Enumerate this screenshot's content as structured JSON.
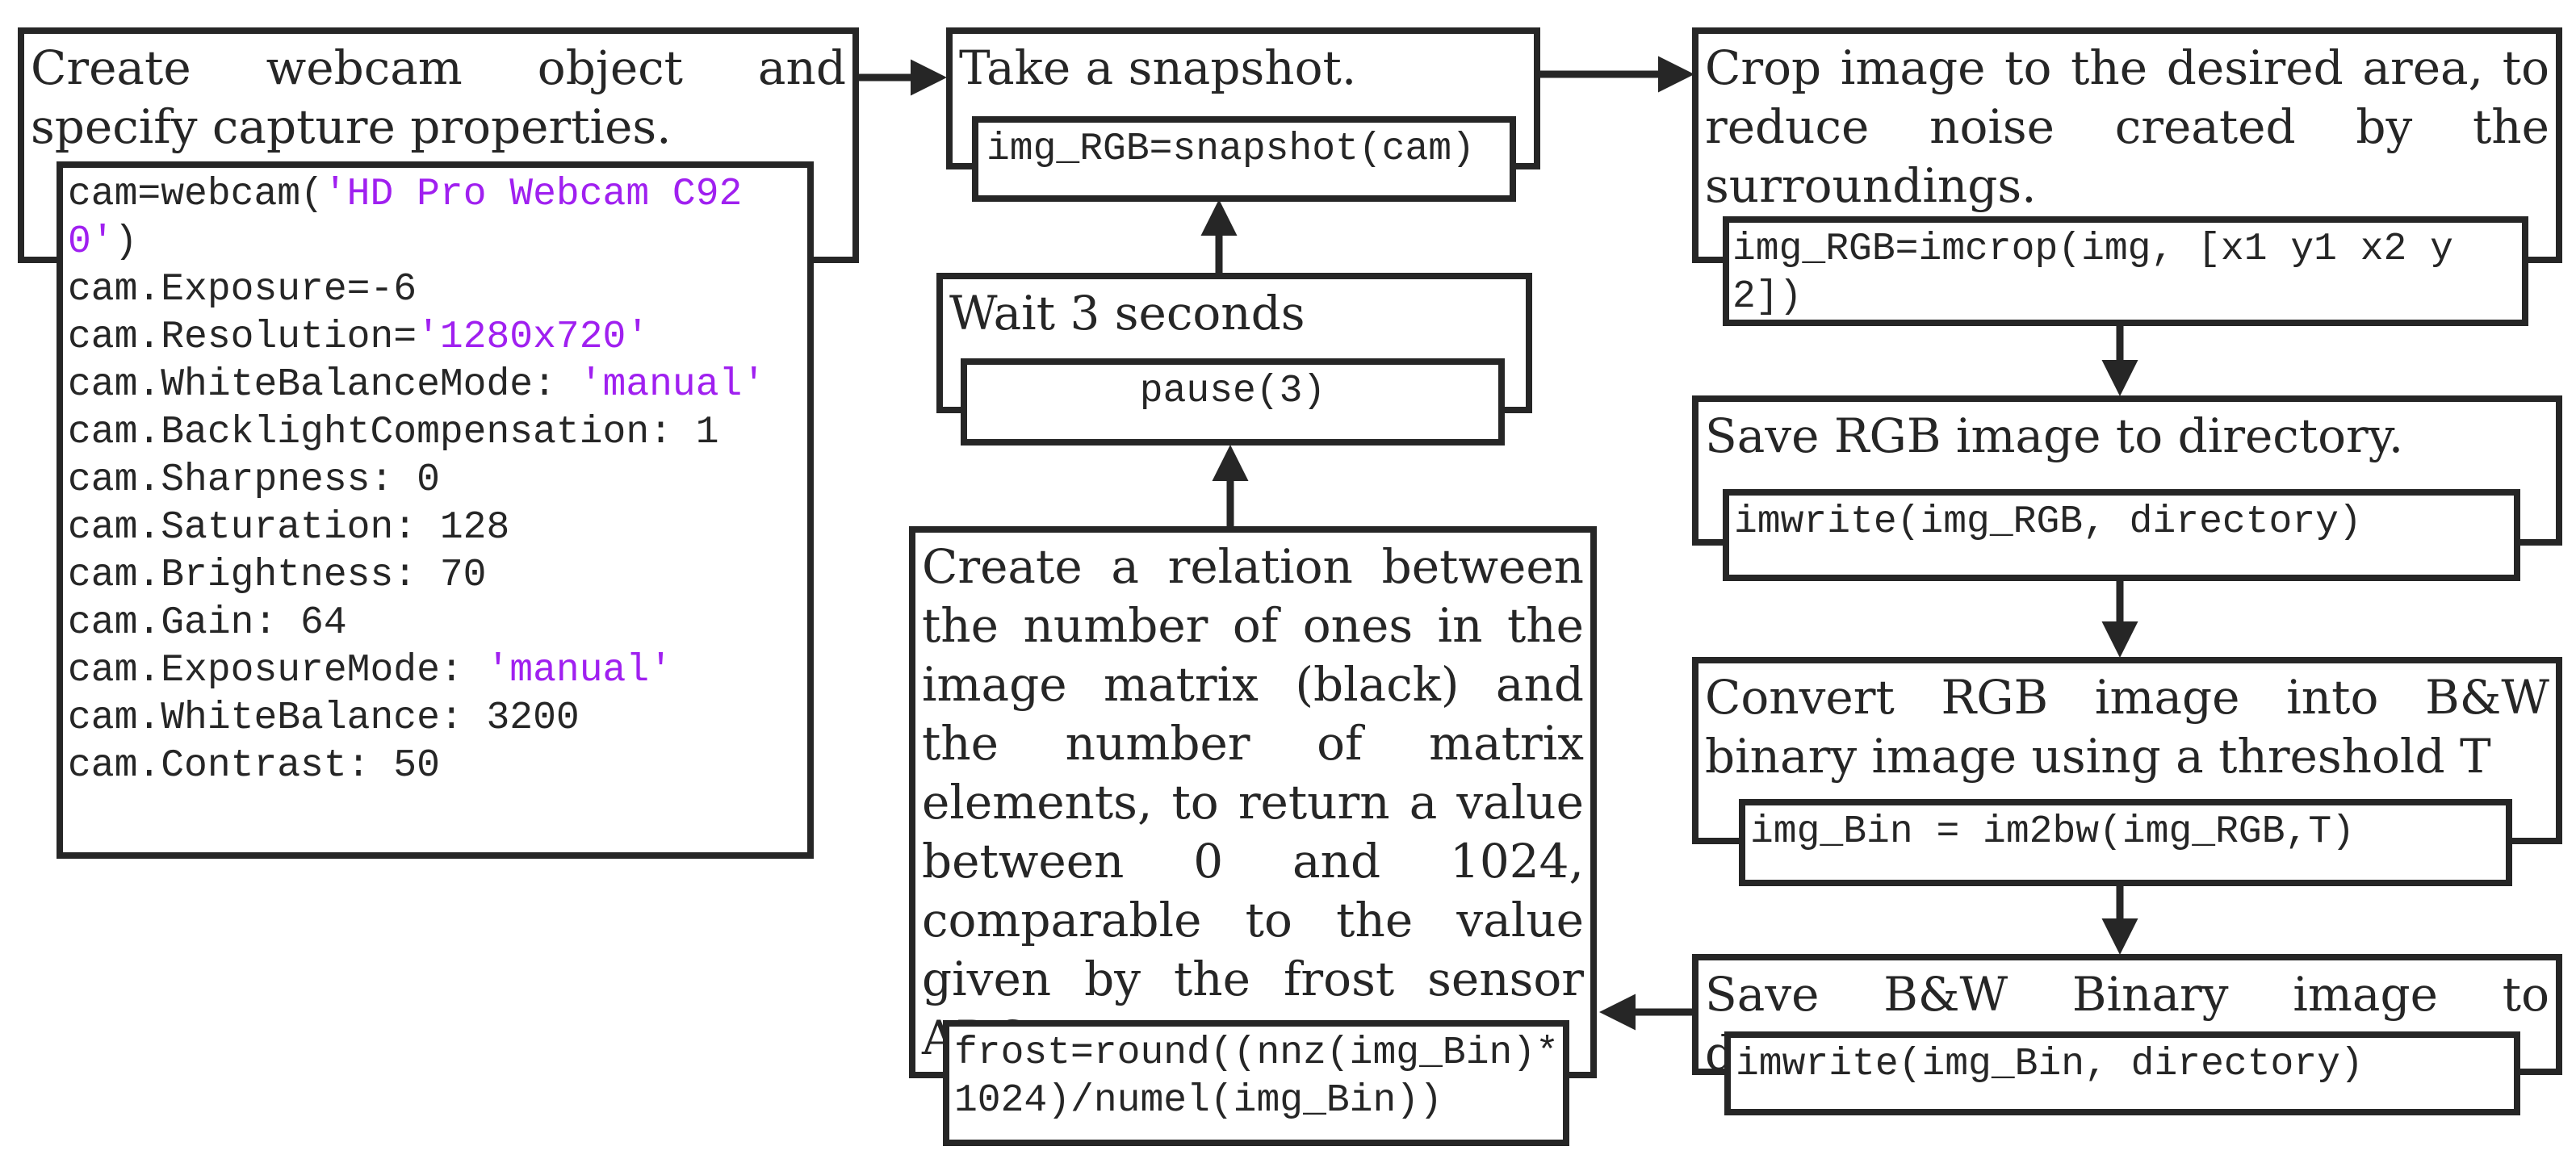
{
  "steps": {
    "create_webcam": {
      "title": "Create webcam object and specify capture properties.",
      "code": [
        {
          "text": "cam=webcam(",
          "str": "'HD Pro Webcam C920'",
          "tail": ")"
        },
        {
          "text": "cam.Exposure=-6"
        },
        {
          "text": "cam.Resolution=",
          "str": "'1280x720'"
        },
        {
          "text": "cam.WhiteBalanceMode: ",
          "str": "'manual'"
        },
        {
          "text": "cam.BacklightCompensation: 1"
        },
        {
          "text": "cam.Sharpness: 0"
        },
        {
          "text": "cam.Saturation: 128"
        },
        {
          "text": "cam.Brightness: 70"
        },
        {
          "text": "cam.Gain: 64"
        },
        {
          "text": "cam.ExposureMode: ",
          "str": "'manual'"
        },
        {
          "text": "cam.WhiteBalance: 3200"
        },
        {
          "text": "cam.Contrast: 50"
        }
      ]
    },
    "snapshot": {
      "title": "Take a snapshot.",
      "code": "img_RGB=snapshot(cam)"
    },
    "crop": {
      "title": "Crop image to the desired area, to reduce noise created by the surroundings.",
      "code": "img_RGB=imcrop(img, [x1 y1 x2 y2])"
    },
    "wait": {
      "title": "Wait 3 seconds",
      "code": "pause(3)"
    },
    "save_rgb": {
      "title": "Save RGB image to directory.",
      "code": "imwrite(img_RGB, directory)"
    },
    "convert": {
      "title": "Convert RGB image into B&W binary image using a threshold T",
      "code": "img_Bin = im2bw(img_RGB,T)"
    },
    "relation": {
      "title": "Create a relation between the number of ones in the image matrix (black) and the number of matrix elements, to return a value between 0 and 1024, comparable to the value given by the frost sensor ADC",
      "code": "frost=round((nnz(img_Bin)*1024)/numel(img_Bin))"
    },
    "save_bw": {
      "title": "Save B&W Binary image to directory.",
      "code": "imwrite(img_Bin, directory)"
    }
  },
  "colors": {
    "stroke": "#262626",
    "string_literal": "#a020f0"
  }
}
